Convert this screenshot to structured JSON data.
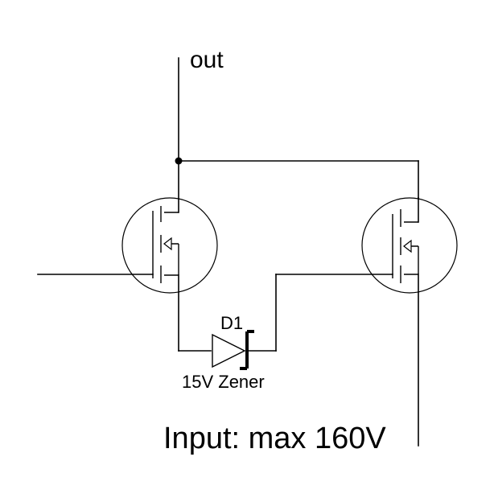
{
  "labels": {
    "out": "out",
    "diode_ref": "D1",
    "diode_value": "15V Zener",
    "input": "Input: max 160V"
  },
  "colors": {
    "line": "#000000",
    "background": "#ffffff"
  },
  "components": [
    {
      "id": "Q1",
      "type": "n-channel-mosfet"
    },
    {
      "id": "Q2",
      "type": "n-channel-mosfet"
    },
    {
      "id": "D1",
      "type": "zener-diode"
    }
  ]
}
